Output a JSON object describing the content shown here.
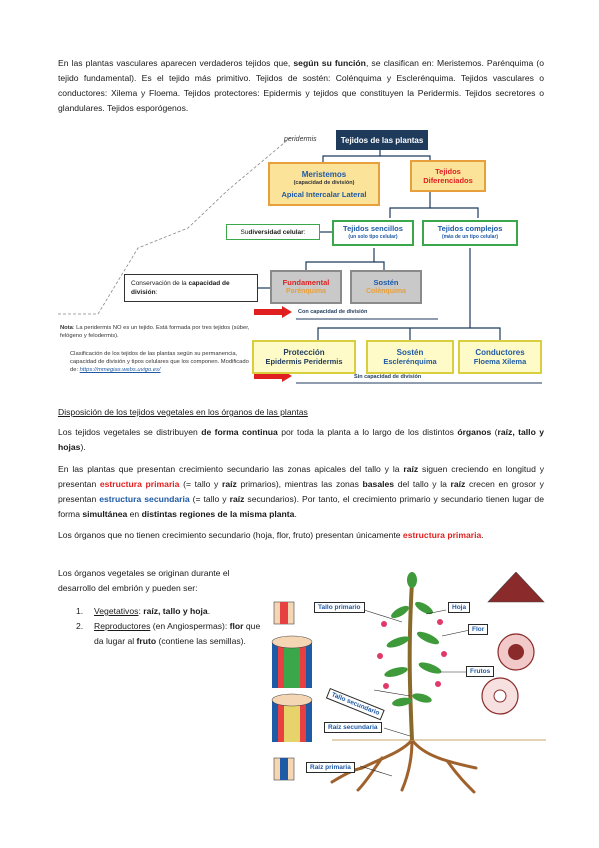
{
  "intro": {
    "t1": "En las plantas vasculares aparecen verdaderos tejidos que, ",
    "b1": "según su función",
    "t2": ", se clasifican en: Meristemos. Parénquima (o tejido fundamental). Es el tejido más primitivo. Tejidos de sostén: Colénquima y Esclerénquima. Tejidos vasculares o conductores: Xilema y Floema. Tejidos protectores: Epidermis y tejidos que constituyen la Peridermis. Tejidos secretores o glandulares. Tejidos esporógenos."
  },
  "diagram": {
    "root": "Tejidos de las plantas",
    "scribble": "peridermis",
    "meristemos_title": "Meristemos",
    "meristemos_sub": "(capacidad de división)",
    "meristemos_types": "Apical  Intercalar  Lateral",
    "diferenciados": "Tejidos Diferenciados",
    "diversidad_prefix": "Su ",
    "diversidad_bold": "diversidad celular",
    "diversidad_suffix": ":",
    "sencillos_title": "Tejidos sencillos",
    "sencillos_sub": "(un solo tipo celular)",
    "complejos_title": "Tejidos complejos",
    "complejos_sub": "(más de un tipo celular)",
    "conservacion_prefix": "Conservación de la ",
    "conservacion_bold": "capacidad de división",
    "conservacion_suffix": ":",
    "fundamental_title": "Fundamental",
    "fundamental_sub": "Parénquima",
    "sosten1_title": "Sostén",
    "sosten1_sub": "Colénquima",
    "con_capacidad": "Con capacidad de división",
    "note_bold": "Nota",
    "note_text": ": La peridermis NO es un tejido. Está formada por tres tejidos (súber, felógeno y felodermis).",
    "caption": "Clasificación de los tejidos de las plantas según su permanencia, capacidad de división y tipos celulares que los componen. Modificado de: ",
    "caption_link": "https://mmegias.webs.uvigo.es/",
    "proteccion_title": "Protección",
    "proteccion_sub": "Epidermis  Peridermis",
    "sosten2_title": "Sostén",
    "sosten2_sub": "Esclerénquima",
    "conductores_title": "Conductores",
    "conductores_sub": "Floema  Xilema",
    "sin_capacidad": "Sin capacidad de división",
    "colors": {
      "yellow": "#fbe39a",
      "orange_border": "#e7a03c",
      "green_border": "#3aa84a",
      "gray": "#c9c9c9",
      "navy": "#1f3b5c",
      "arrow_red": "#e02020"
    }
  },
  "section_title": "Disposición de los tejidos vegetales en los órganos de las plantas",
  "p1": {
    "t1": "Los tejidos vegetales se distribuyen ",
    "b1": "de forma continua",
    "t2": " por toda la planta a lo largo de los distintos ",
    "b2": "órganos",
    "t3": " (",
    "b3": "raíz, tallo y hojas",
    "t4": ")."
  },
  "p2": {
    "t1": "En las plantas que presentan crecimiento secundario las zonas apicales del tallo y la ",
    "b1": "raíz",
    "t2": " siguen creciendo en longitud y presentan ",
    "r1": "estructura primaria",
    "t3": " (= tallo y ",
    "b2": "raíz",
    "t4": " primarios), mientras las zonas ",
    "b3": "basales",
    "t5": " del tallo y la ",
    "b4": "raíz",
    "t6": " crecen en grosor y presentan ",
    "bl1": "estructura secundaria",
    "t7": " (= tallo y ",
    "b5": "raíz",
    "t8": " secundarios). Por tanto, el crecimiento primario y secundario tienen lugar de forma ",
    "b6": "simultánea",
    "t9": " en ",
    "b7": "distintas regiones de la misma planta",
    "t10": "."
  },
  "p3": {
    "t1": "Los órganos que no tienen crecimiento secundario (hoja, flor, fruto) presentan únicamente ",
    "r1": "estructura primaria",
    "t2": "."
  },
  "p4": {
    "text": "Los órganos vegetales se originan durante el desarrollo del embrión y pueden ser:"
  },
  "list": [
    {
      "num": "1.",
      "label": "Vegetativos",
      "rest_bold": "raíz, tallo y hoja",
      "rest_pre": ": ",
      "rest_post": "."
    },
    {
      "num": "2.",
      "label": "Reproductores",
      "pre": " (en Angiospermas): ",
      "b1": "flor",
      "mid": " que da lugar al ",
      "b2": "fruto",
      "post": " (contiene las semillas)."
    }
  ],
  "illustration": {
    "tallo_primario": "Tallo primario",
    "hoja": "Hoja",
    "flor": "Flor",
    "frutos": "Frutos",
    "tallo_secundario": "Tallo secundario",
    "raiz_secundaria": "Raíz secundaria",
    "raiz_primaria": "Raíz primaria"
  }
}
